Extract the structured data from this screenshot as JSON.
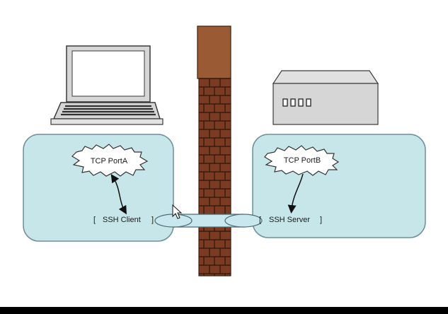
{
  "colors": {
    "background": "#ffffff",
    "frame": "#000000",
    "zone_fill": "#c6e6ea",
    "zone_stroke": "#6f8f96",
    "wall_brick": "#7a3b22",
    "wall_mortar": "#a8542f",
    "wall_cap": "#9a5a34",
    "tunnel_fill": "#c9e7ee",
    "device_gray": "#d6d6d6",
    "device_dark": "#303030"
  },
  "icons": {
    "client_device": "laptop-icon",
    "server_device": "server-box-icon",
    "firewall": "brick-wall-icon",
    "tunnel": "ssh-tunnel-pipe",
    "cursor": "mouse-pointer-icon"
  },
  "client": {
    "port_label": "TCP PortA",
    "app_label": "SSH Client",
    "bracket_open": "[",
    "bracket_close": "]"
  },
  "server": {
    "port_label": "TCP PortB",
    "app_label": "SSH Server",
    "bracket_open": "[",
    "bracket_close": "]"
  }
}
